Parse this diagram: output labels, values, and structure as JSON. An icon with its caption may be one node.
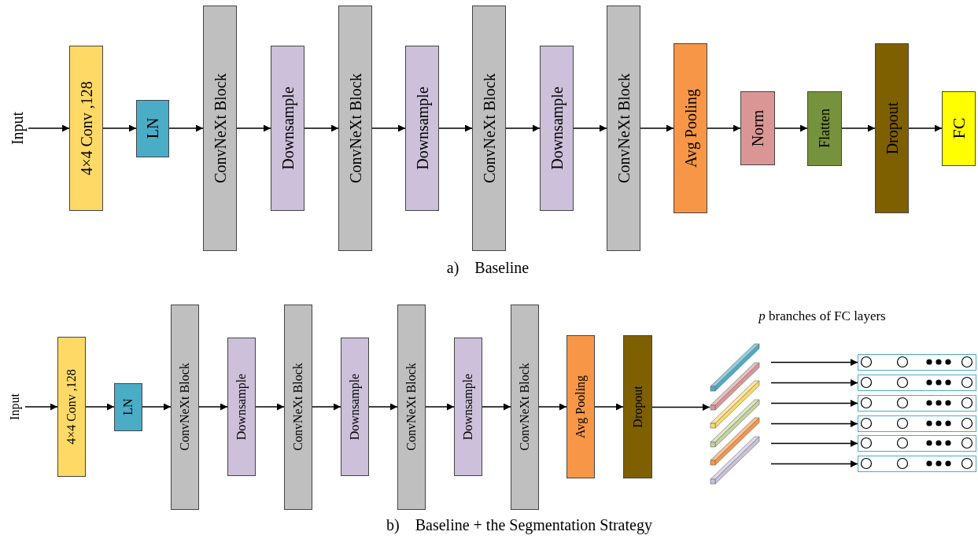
{
  "diagram": {
    "nodes": [
      {
        "text": [
          "Input"
        ]
      },
      {
        "text": [
          "4×4 Conv ,128"
        ]
      },
      {
        "text": [
          "LN"
        ]
      },
      {
        "text": [
          "ConvNeXt Block"
        ]
      },
      {
        "text": [
          "Downsample"
        ]
      },
      {
        "text": [
          "ConvNeXt Block"
        ]
      },
      {
        "text": [
          "Downsample"
        ]
      },
      {
        "text": [
          "ConvNeXt Block"
        ]
      },
      {
        "text": [
          "Downsample"
        ]
      },
      {
        "text": [
          "ConvNeXt Block"
        ]
      },
      {
        "text": [
          "Avg Pooling"
        ]
      },
      {
        "text": [
          "Norm"
        ]
      },
      {
        "text": [
          "Flatten"
        ]
      },
      {
        "text": [
          "Dropout"
        ]
      },
      {
        "text": [
          "FC"
        ]
      },
      {
        "text": [
          "Input"
        ]
      },
      {
        "text": [
          "4×4 Conv ,128"
        ]
      },
      {
        "text": [
          "LN"
        ]
      },
      {
        "text": [
          "ConvNeXt Block"
        ]
      },
      {
        "text": [
          "Downsample"
        ]
      },
      {
        "text": [
          "ConvNeXt Block"
        ]
      },
      {
        "text": [
          "Downsample"
        ]
      },
      {
        "text": [
          "ConvNeXt Block"
        ]
      },
      {
        "text": [
          "Downsample"
        ]
      },
      {
        "text": [
          "ConvNeXt Block"
        ]
      },
      {
        "text": [
          "Avg Pooling"
        ]
      },
      {
        "text": [
          "Dropout"
        ]
      },
      {
        "text": [],
        "shape": "bar"
      },
      {
        "text": [],
        "shape": "bar"
      },
      {
        "text": [],
        "shape": "bar"
      },
      {
        "text": [],
        "shape": "bar"
      },
      {
        "text": [],
        "shape": "bar"
      },
      {
        "text": [],
        "shape": "bar"
      },
      {
        "text": [],
        "shape": "box"
      },
      {
        "text": [],
        "shape": "box"
      },
      {
        "text": [],
        "shape": "box"
      },
      {
        "text": [],
        "shape": "box"
      },
      {
        "text": [],
        "shape": "box"
      },
      {
        "text": [],
        "shape": "box"
      }
    ],
    "edges": [
      {
        "from": 0,
        "to": 1,
        "arrow": "to"
      },
      {
        "from": 1,
        "to": 2,
        "arrow": "to"
      },
      {
        "from": 2,
        "to": 3,
        "arrow": "to"
      },
      {
        "from": 3,
        "to": 4,
        "arrow": "to"
      },
      {
        "from": 4,
        "to": 5,
        "arrow": "to"
      },
      {
        "from": 5,
        "to": 6,
        "arrow": "to"
      },
      {
        "from": 6,
        "to": 7,
        "arrow": "to"
      },
      {
        "from": 7,
        "to": 8,
        "arrow": "to"
      },
      {
        "from": 8,
        "to": 9,
        "arrow": "to"
      },
      {
        "from": 9,
        "to": 10,
        "arrow": "to"
      },
      {
        "from": 10,
        "to": 11,
        "arrow": "to"
      },
      {
        "from": 11,
        "to": 12,
        "arrow": "to"
      },
      {
        "from": 12,
        "to": 13,
        "arrow": "to"
      },
      {
        "from": 13,
        "to": 14,
        "arrow": "to"
      },
      {
        "from": 15,
        "to": 16,
        "arrow": "to"
      },
      {
        "from": 16,
        "to": 17,
        "arrow": "to"
      },
      {
        "from": 17,
        "to": 18,
        "arrow": "to"
      },
      {
        "from": 18,
        "to": 19,
        "arrow": "to"
      },
      {
        "from": 19,
        "to": 20,
        "arrow": "to"
      },
      {
        "from": 20,
        "to": 21,
        "arrow": "to"
      },
      {
        "from": 21,
        "to": 22,
        "arrow": "to"
      },
      {
        "from": 22,
        "to": 23,
        "arrow": "to"
      },
      {
        "from": 23,
        "to": 24,
        "arrow": "to"
      },
      {
        "from": 24,
        "to": 25,
        "arrow": "to"
      },
      {
        "from": 25,
        "to": 26,
        "arrow": "to"
      },
      {
        "from": 26,
        "to": 28,
        "arrow": "to"
      },
      {
        "from": null,
        "to": 33,
        "arrow": "to"
      },
      {
        "from": null,
        "to": 34,
        "arrow": "to"
      },
      {
        "from": null,
        "to": 35,
        "arrow": "to"
      },
      {
        "from": null,
        "to": 36,
        "arrow": "to"
      },
      {
        "from": null,
        "to": 37,
        "arrow": "to"
      },
      {
        "from": null,
        "to": 38,
        "arrow": "to"
      }
    ],
    "labels": [
      "a)    Baseline",
      "*p* branches of FC layers",
      "b)    Baseline + the Segmentation Strategy"
    ]
  }
}
